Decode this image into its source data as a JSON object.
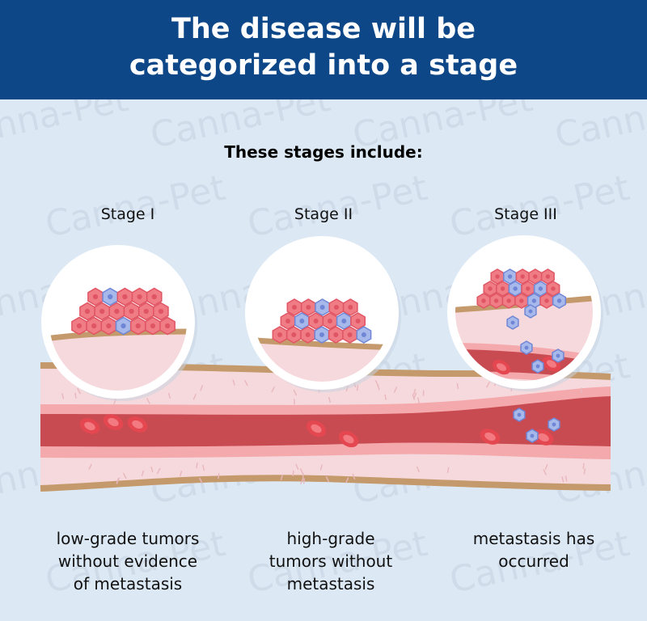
{
  "header": {
    "title_line1": "The disease will be",
    "title_line2": "categorized into a stage"
  },
  "subheading": "These stages include:",
  "stages": [
    {
      "label": "Stage I",
      "description": [
        "low-grade tumors",
        "without evidence",
        "of metastasis"
      ]
    },
    {
      "label": "Stage II",
      "description": [
        "high-grade",
        "tumors without",
        "metastasis"
      ]
    },
    {
      "label": "Stage III",
      "description": [
        "metastasis has",
        "occurred"
      ]
    }
  ],
  "watermark": "Canna-Pet",
  "colors": {
    "header_bg": "#0d4787",
    "page_bg": "#dce9f5",
    "tissue": "#f6d9dc",
    "vessel_outer": "#f4a9ad",
    "vessel_inner": "#c94b52",
    "blood_cell": "#e4474f",
    "tumor_pink": "#f07c86",
    "tumor_blue": "#a7b8ea",
    "membrane": "#c49a6c"
  }
}
